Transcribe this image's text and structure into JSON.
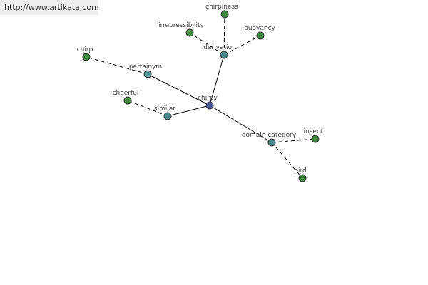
{
  "watermark": {
    "text": "http://www.artikata.com"
  },
  "graph": {
    "colors": {
      "root": "#4c5c9a",
      "relation": "#4a8a8a",
      "word": "#3f8a3f"
    },
    "nodes": [
      {
        "id": "chirpy",
        "label": "chirpy",
        "kind": "root"
      },
      {
        "id": "derivation",
        "label": "derivation",
        "kind": "relation"
      },
      {
        "id": "pertainym",
        "label": "pertainym",
        "kind": "relation"
      },
      {
        "id": "similar",
        "label": "similar",
        "kind": "relation"
      },
      {
        "id": "domain-category",
        "label": "domain category",
        "kind": "relation"
      },
      {
        "id": "chirpiness",
        "label": "chirpiness",
        "kind": "word"
      },
      {
        "id": "irrepressibility",
        "label": "irrepressibility",
        "kind": "word"
      },
      {
        "id": "buoyancy",
        "label": "buoyancy",
        "kind": "word"
      },
      {
        "id": "chirp",
        "label": "chirp",
        "kind": "word"
      },
      {
        "id": "cheerful",
        "label": "cheerful",
        "kind": "word"
      },
      {
        "id": "insect",
        "label": "insect",
        "kind": "word"
      },
      {
        "id": "bird",
        "label": "bird",
        "kind": "word"
      }
    ],
    "edges": [
      {
        "from": "chirpy",
        "to": "derivation",
        "style": "solid"
      },
      {
        "from": "chirpy",
        "to": "pertainym",
        "style": "solid"
      },
      {
        "from": "chirpy",
        "to": "similar",
        "style": "solid"
      },
      {
        "from": "chirpy",
        "to": "domain-category",
        "style": "solid"
      },
      {
        "from": "derivation",
        "to": "chirpiness",
        "style": "dashed"
      },
      {
        "from": "derivation",
        "to": "irrepressibility",
        "style": "dashed"
      },
      {
        "from": "derivation",
        "to": "buoyancy",
        "style": "dashed"
      },
      {
        "from": "pertainym",
        "to": "chirp",
        "style": "dashed"
      },
      {
        "from": "similar",
        "to": "cheerful",
        "style": "dashed"
      },
      {
        "from": "domain-category",
        "to": "insect",
        "style": "dashed"
      },
      {
        "from": "domain-category",
        "to": "bird",
        "style": "dashed"
      }
    ]
  }
}
